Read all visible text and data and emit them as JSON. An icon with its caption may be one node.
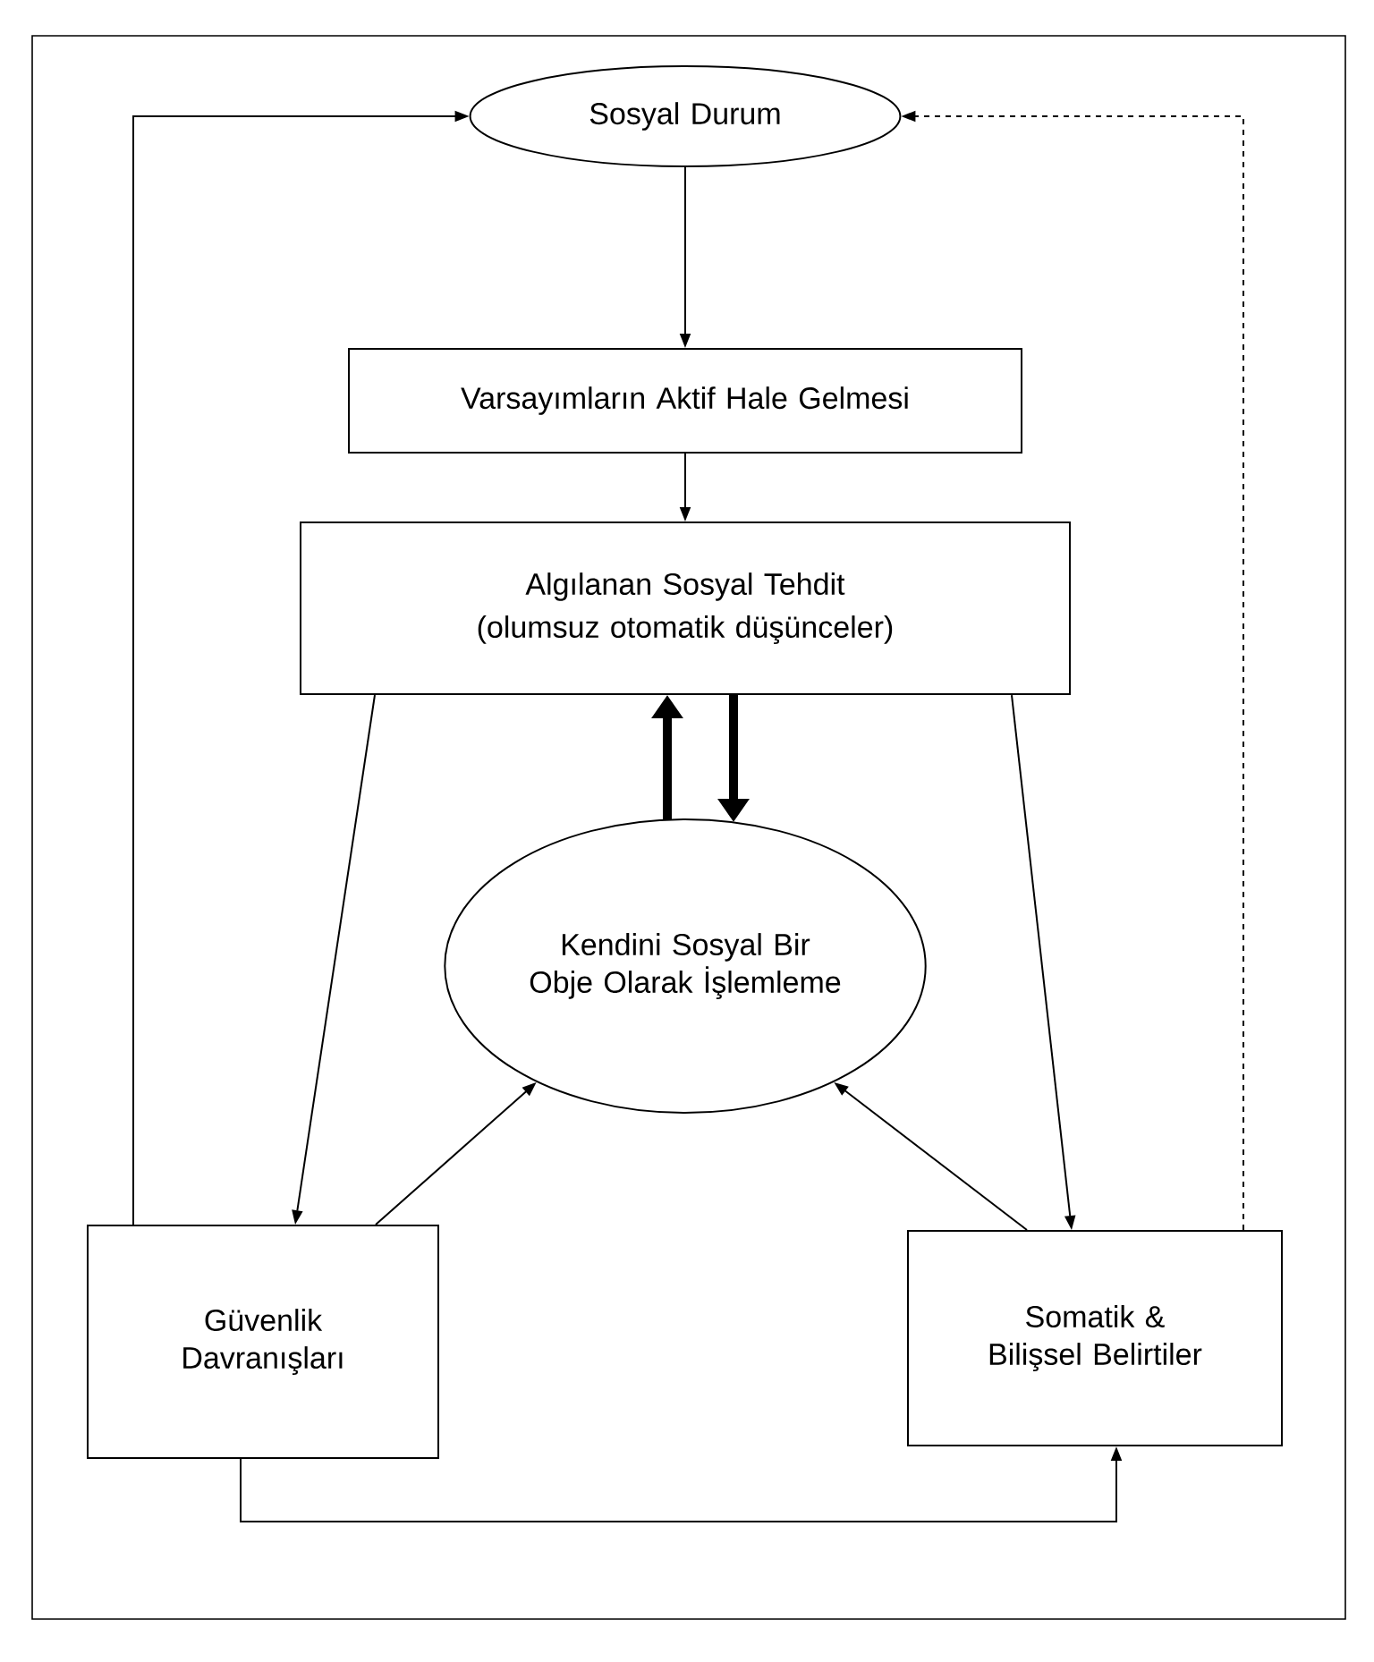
{
  "diagram": {
    "nodes": [
      {
        "text": [
          "Sosyal Durum"
        ]
      },
      {
        "text": [
          "Varsayımların Aktif Hale Gelmesi"
        ]
      },
      {
        "text": [
          "Algılanan Sosyal Tehdit",
          "(olumsuz otomatik düşünceler)"
        ]
      },
      {
        "text": [
          "Kendini Sosyal Bir Obje Olarak İşlemleme"
        ]
      },
      {
        "text": [
          "Güvenlik Davranışları"
        ]
      },
      {
        "text": [
          "Somatik & Bilişsel Belirtiler"
        ]
      }
    ],
    "edges": [
      {
        "from": 0,
        "to": 1,
        "arrow": "to"
      },
      {
        "from": 1,
        "to": 2,
        "arrow": "to"
      },
      {
        "from": 3,
        "to": 2,
        "arrow": "to",
        "style": "thick"
      },
      {
        "from": 2,
        "to": 3,
        "arrow": "to",
        "style": "thick"
      },
      {
        "from": 2,
        "to": 4,
        "arrow": "to"
      },
      {
        "from": 4,
        "to": 3,
        "arrow": "to"
      },
      {
        "from": 2,
        "to": 5,
        "arrow": "to"
      },
      {
        "from": 5,
        "to": 3,
        "arrow": "to"
      },
      {
        "from": 4,
        "to": 0,
        "arrow": "to"
      },
      {
        "from": 5,
        "to": 0,
        "arrow": "to",
        "style": "dashed"
      },
      {
        "from": 4,
        "to": 5,
        "arrow": "to"
      }
    ]
  }
}
